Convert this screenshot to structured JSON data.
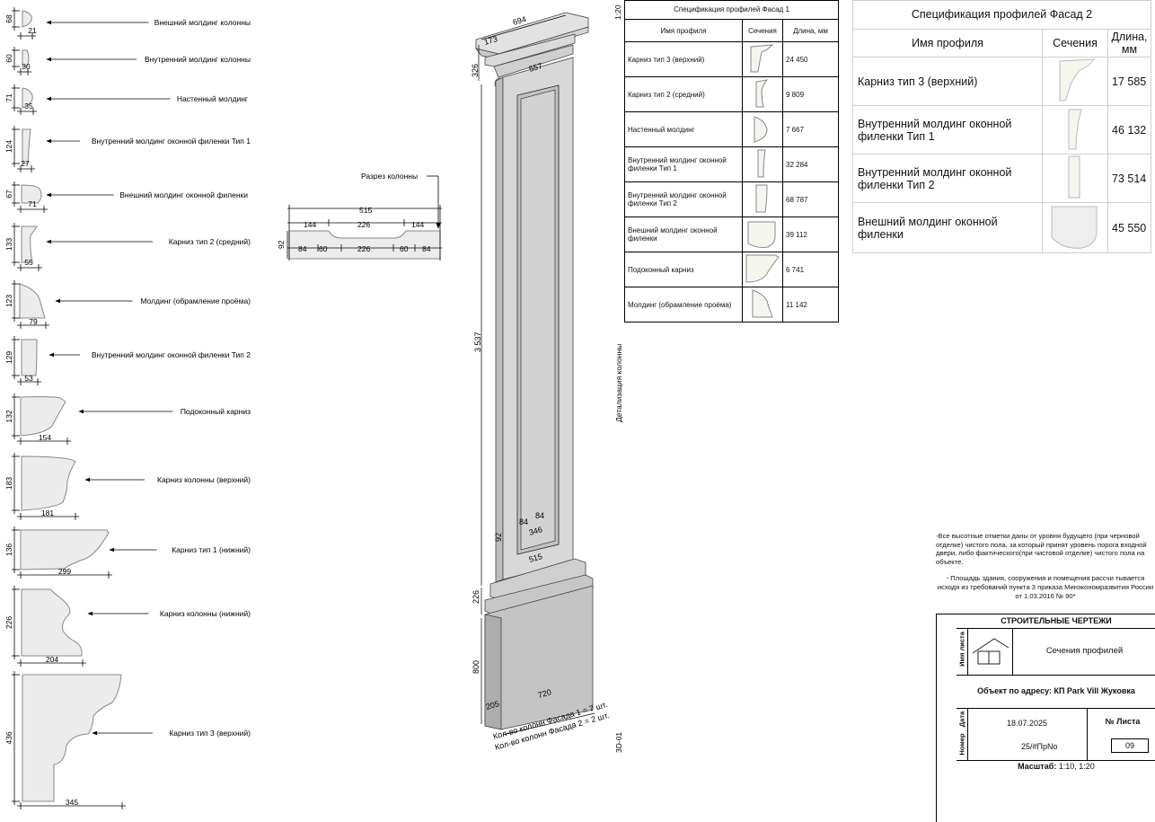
{
  "left_profiles": [
    {
      "label": "Внешний молдинг колонны",
      "h": "68",
      "w": "21"
    },
    {
      "label": "Внутренний молдинг колонны",
      "h": "60",
      "w": "30"
    },
    {
      "label": "Настенный молдинг",
      "h": "71",
      "w": "35"
    },
    {
      "label": "Внутренний молдинг оконной филенки Тип 1",
      "h": "124",
      "w": "27"
    },
    {
      "label": "Внешний молдинг оконной филенки",
      "h": "67",
      "w": "71"
    },
    {
      "label": "Карниз тип 2 (средний)",
      "h": "133",
      "w": "55"
    },
    {
      "label": "Молдинг (обрамление проёма)",
      "h": "123",
      "w": "79"
    },
    {
      "label": "Внутренний молдинг оконной филенки Тип 2",
      "h": "129",
      "w": "53"
    },
    {
      "label": "Подоконный карниз",
      "h": "132",
      "w": "154"
    },
    {
      "label": "Карниз колонны (верхний)",
      "h": "183",
      "w": "181"
    },
    {
      "label": "Карниз тип 1 (нижний)",
      "h": "136",
      "w": "299"
    },
    {
      "label": "Карниз колонны (нижний)",
      "h": "226",
      "w": "204"
    },
    {
      "label": "Карниз тип 3 (верхний)",
      "h": "436",
      "w": "345"
    }
  ],
  "section": {
    "title": "Разрез колонны",
    "total": "515",
    "top_dims": [
      "144",
      "226",
      "144"
    ],
    "bottom_dims": [
      "84",
      "60",
      "226",
      "60",
      "84"
    ],
    "height": "92"
  },
  "column": {
    "top_width": "694",
    "top_depth": "173",
    "cap_height": "326",
    "neck_width": "557",
    "shaft_height": "3 537",
    "panel_dims": [
      "84",
      "84"
    ],
    "panel_width": "346",
    "panel_bottom": "92",
    "shaft_width": "515",
    "base_molding": "226",
    "plinth_height": "800",
    "plinth_width": "720",
    "plinth_depth": "205",
    "count1": "Кол-во колонн Фасада 1 = 7 шт.",
    "count2": "Кол-во колонн Фасада 2 = 2 шт."
  },
  "sheet": {
    "scale_top": "1:20",
    "vertical_title": "Детализация колонны",
    "sheet_code": "3D-01"
  },
  "spec1": {
    "title": "Спецификация профилей Фасад 1",
    "headers": [
      "Имя профиля",
      "Сечения",
      "Длина, мм"
    ],
    "rows": [
      {
        "name": "Карниз тип 3 (верхний)",
        "length": "24 450"
      },
      {
        "name": "Карниз тип 2 (средний)",
        "length": "9 809"
      },
      {
        "name": "Настенный молдинг",
        "length": "7 667"
      },
      {
        "name": "Внутренний молдинг оконной филенки Тип 1",
        "length": "32 284"
      },
      {
        "name": "Внутренний молдинг оконной филенки Тип 2",
        "length": "68 787"
      },
      {
        "name": "Внешний молдинг оконной филенки",
        "length": "39 112"
      },
      {
        "name": "Подоконный карниз",
        "length": "6 741"
      },
      {
        "name": "Молдинг (обрамление проёма)",
        "length": "11 142"
      }
    ]
  },
  "spec2": {
    "title": "Спецификация профилей Фасад 2",
    "headers": [
      "Имя профиля",
      "Сечения",
      "Длина, мм"
    ],
    "rows": [
      {
        "name": "Карниз тип 3 (верхний)",
        "length": "17 585"
      },
      {
        "name": "Внутренний молдинг оконной филенки Тип 1",
        "length": "46 132"
      },
      {
        "name": "Внутренний молдинг оконной филенки Тип 2",
        "length": "73 514"
      },
      {
        "name": "Внешний молдинг оконной филенки",
        "length": "45 550"
      }
    ]
  },
  "notes": {
    "note1": "-Все высотные отметки даны от уровня будущего (при черновой отделке) чистого пола, за который принят уровень порога входной двери, либо фактического(при чистовой отделке) чистого пола на объекте.",
    "note2": "- Площадь здания, сооружения и помещения рассчи тывается исходя из требований пункта 3 приказа Минэкономразвития России от 1.03.2016 № 90*"
  },
  "stamp": {
    "header": "СТРОИТЕЛЬНЫЕ ЧЕРТЕЖИ",
    "sheet_name_label": "Имя листа",
    "sheet_name": "Сечения профилей",
    "object": "Объект по адресу: КП Park Vill Жуковка",
    "date_label": "Дата",
    "number_label": "Номер",
    "date": "18.07.2025",
    "number": "25/#ПрNo",
    "sheet_no_label": "№ Листа",
    "sheet_no": "09",
    "scale_label": "Масштаб:",
    "scale": "1:10, 1:20"
  },
  "colors": {
    "profile_fill": "#ececec",
    "profile_stroke": "#888888",
    "line": "#000000",
    "column_face": "#dcdcdc",
    "column_dark": "#bcbcbc"
  }
}
